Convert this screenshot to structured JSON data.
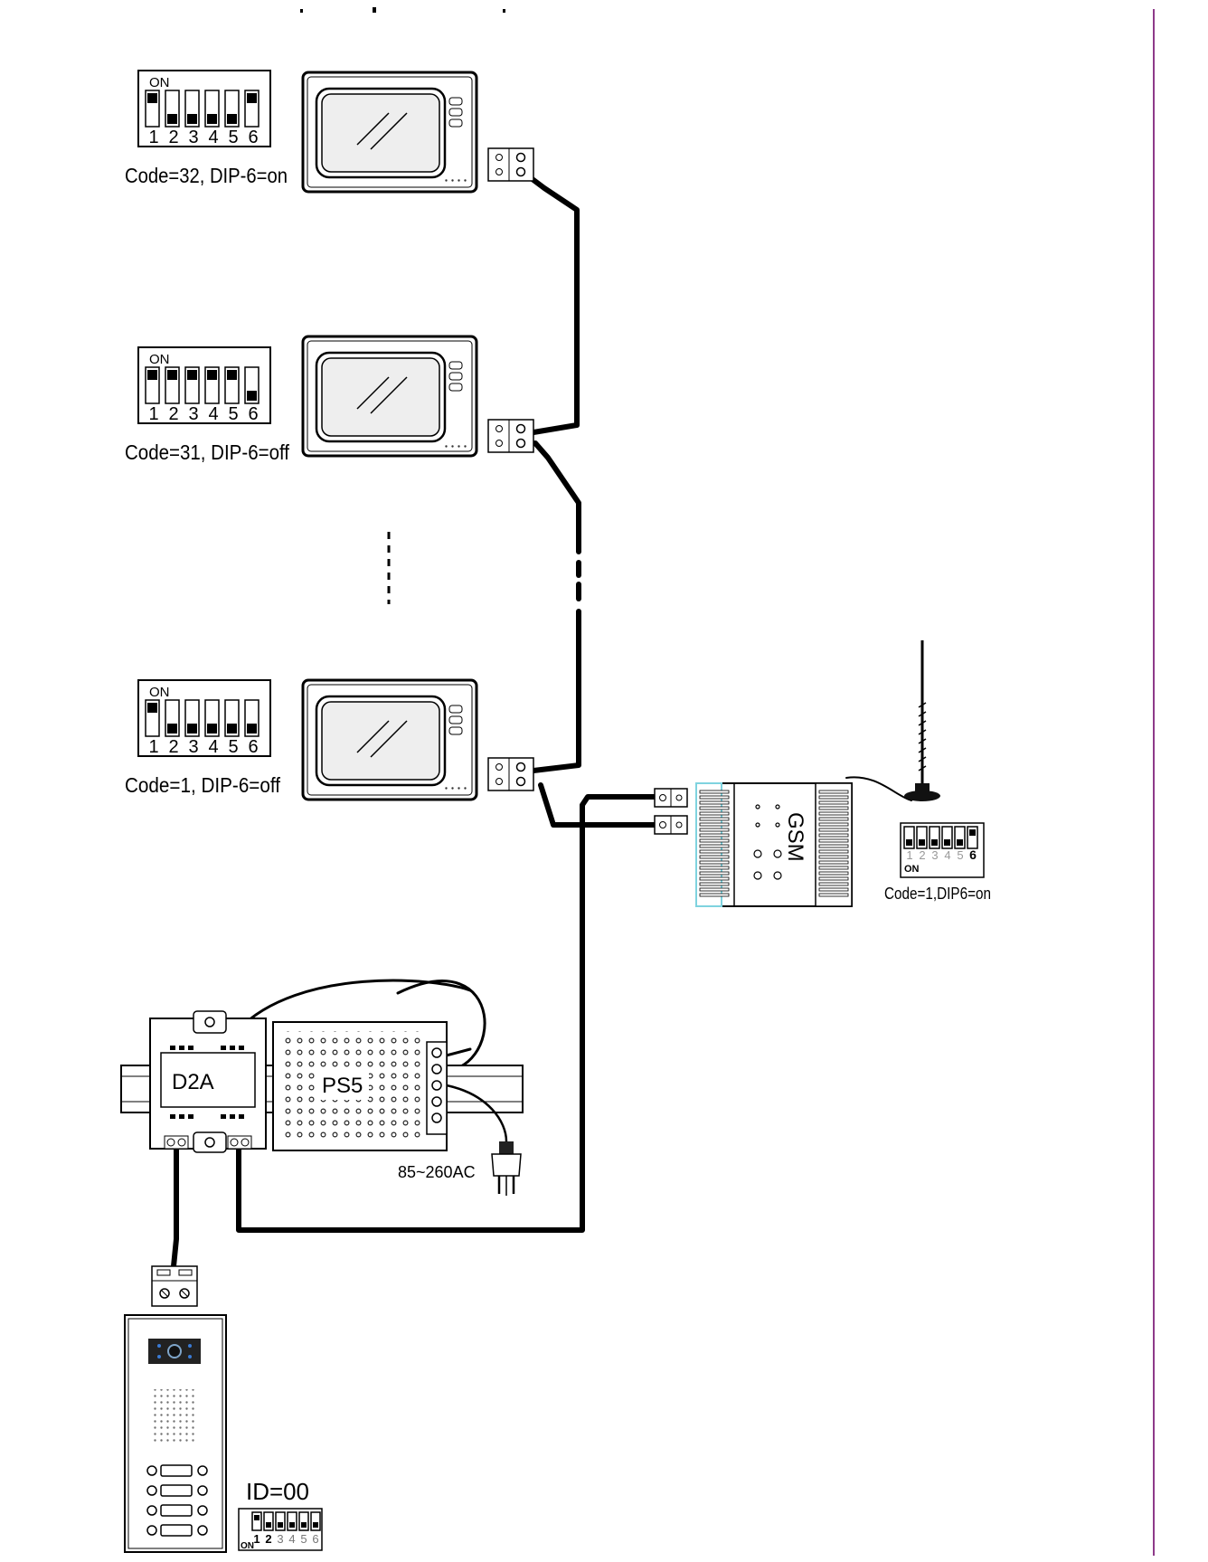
{
  "monitors": [
    {
      "dip_on_label": "ON",
      "dip_numbers": [
        "1",
        "2",
        "3",
        "4",
        "5",
        "6"
      ],
      "dip_state": [
        true,
        false,
        false,
        false,
        false,
        true
      ],
      "code_label": "Code=32, DIP-6=on"
    },
    {
      "dip_on_label": "ON",
      "dip_numbers": [
        "1",
        "2",
        "3",
        "4",
        "5",
        "6"
      ],
      "dip_state": [
        true,
        true,
        true,
        true,
        true,
        false
      ],
      "code_label": "Code=31, DIP-6=off"
    },
    {
      "dip_on_label": "ON",
      "dip_numbers": [
        "1",
        "2",
        "3",
        "4",
        "5",
        "6"
      ],
      "dip_state": [
        true,
        false,
        false,
        false,
        false,
        false
      ],
      "code_label": "Code=1, DIP-6=off"
    }
  ],
  "gsm": {
    "label": "GSM",
    "dip_on_label": "ON",
    "dip_numbers": [
      "1",
      "2",
      "3",
      "4",
      "5",
      "6"
    ],
    "dip_state": [
      false,
      false,
      false,
      false,
      false,
      true
    ],
    "code_label": "Code=1,DIP6=on"
  },
  "distributor": {
    "label": "D2A"
  },
  "power_supply": {
    "label": "PS5",
    "input_label": "85~260AC"
  },
  "door_station": {
    "id_label": "ID=00",
    "dip_on_label": "ON",
    "dip_numbers": [
      "1",
      "2",
      "3",
      "4",
      "5",
      "6"
    ],
    "dip_state": [
      true,
      false,
      false,
      false,
      false,
      false
    ]
  },
  "colors": {
    "line": "#000000",
    "accent_rule": "#8e3a8a",
    "gsm_fin": "#7fd3df"
  }
}
